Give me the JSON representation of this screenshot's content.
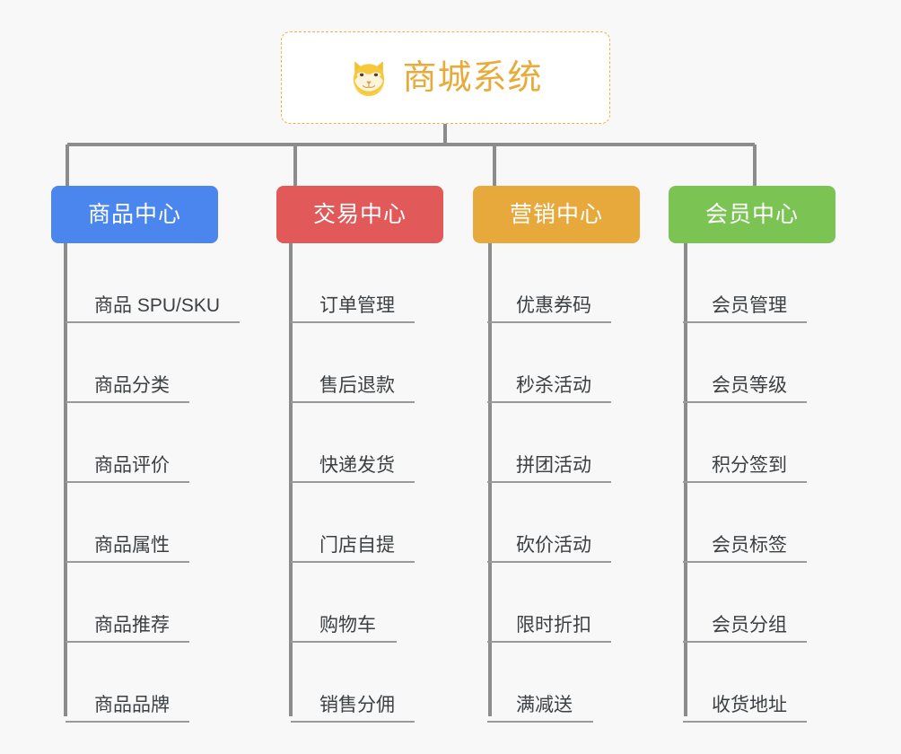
{
  "background_color": "#f8f8f8",
  "root": {
    "title": "商城系统",
    "icon": "shiba-dog-face-icon",
    "text_color": "#e8aa38",
    "border_color": "#efb14a",
    "fill_color": "#ffffff"
  },
  "connector_color": "#8c8c8c",
  "categories": [
    {
      "label": "商品中心",
      "color": "#4a86ee",
      "items": [
        "商品 SPU/SKU",
        "商品分类",
        "商品评价",
        "商品属性",
        "商品推荐",
        "商品品牌"
      ]
    },
    {
      "label": "交易中心",
      "color": "#e2595a",
      "items": [
        "订单管理",
        "售后退款",
        "快递发货",
        "门店自提",
        "购物车",
        "销售分佣"
      ]
    },
    {
      "label": "营销中心",
      "color": "#e8a93c",
      "items": [
        "优惠券码",
        "秒杀活动",
        "拼团活动",
        "砍价活动",
        "限时折扣",
        "满减送"
      ]
    },
    {
      "label": "会员中心",
      "color": "#7bc453",
      "items": [
        "会员管理",
        "会员等级",
        "积分签到",
        "会员标签",
        "会员分组",
        "收货地址"
      ]
    }
  ]
}
